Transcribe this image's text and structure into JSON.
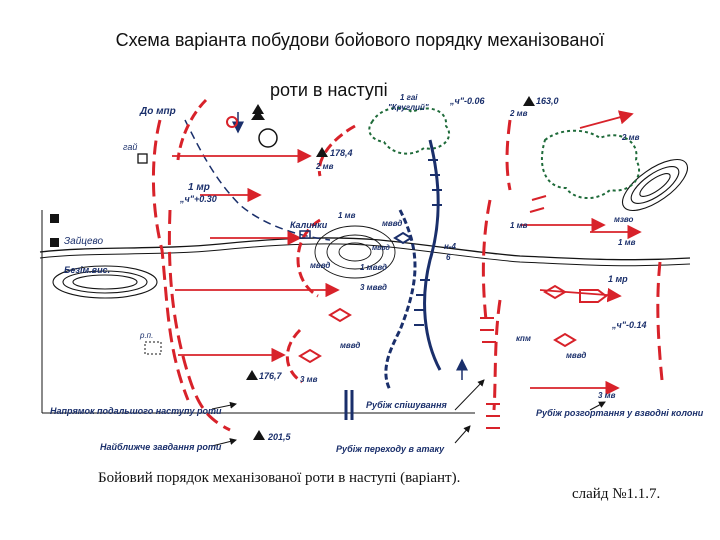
{
  "title_line1": "Схема варіанта побудови бойового порядку механізованої",
  "title_line2": "роти в наступі",
  "caption": "Бойовий порядок механізованої роти в наступі (варіант).",
  "slide_label": "слайд №1.1.7.",
  "labels": {
    "do_mpr": "До мпр",
    "gai": "гай",
    "one_mr": "1 мр",
    "time_030": "„ч\"+0.30",
    "zaitsevo": "Зайцево",
    "bezim": "Безім.вис.",
    "rp": "р.п.",
    "h1784": "178,4",
    "two_mv_a": "2 мв",
    "one_mv_a": "1 мв",
    "kalynky": "Калинки",
    "mvzv_a": "мввд",
    "mvzv_b": "мввд",
    "mvzv_c": "мввд",
    "mvzv_d": "мввд",
    "one_mvzv": "1 мввд",
    "three_mvzv": "3 мввд",
    "n4": "н-4",
    "n6": "6",
    "h1767": "176,7",
    "three_mv_a": "3 мв",
    "h2015": "201,5",
    "one_gai": "1 гаі",
    "krugly": "\"Круглий\"",
    "time_006": "„ч\"-0.06",
    "h1630": "163,0",
    "two_mv_b": "2 мв",
    "two_mv_c": "2 мв",
    "one_mv_b": "1 мв",
    "one_mv_c": "1 мв",
    "one_mr_b": "1 мр",
    "mzvo": "мзво",
    "kpm": "кпм",
    "time_014": "„ч\"-0.14",
    "mvzv_e": "мввд",
    "three_mv_b": "3 мв",
    "leg_direction": "Напрямок подальшого наступу роти",
    "leg_nearest": "Найближче завдання роти",
    "leg_rubizh_spiesh": "Рубіж спішування",
    "leg_rubizh_ataka": "Рубіж переходу в атаку",
    "leg_rubizh_rozg": "Рубіж розгортання у взводні колони"
  },
  "colors": {
    "red": "#d8222a",
    "navy": "#1a2f6b",
    "green": "#1f6b3a",
    "black": "#141414"
  }
}
